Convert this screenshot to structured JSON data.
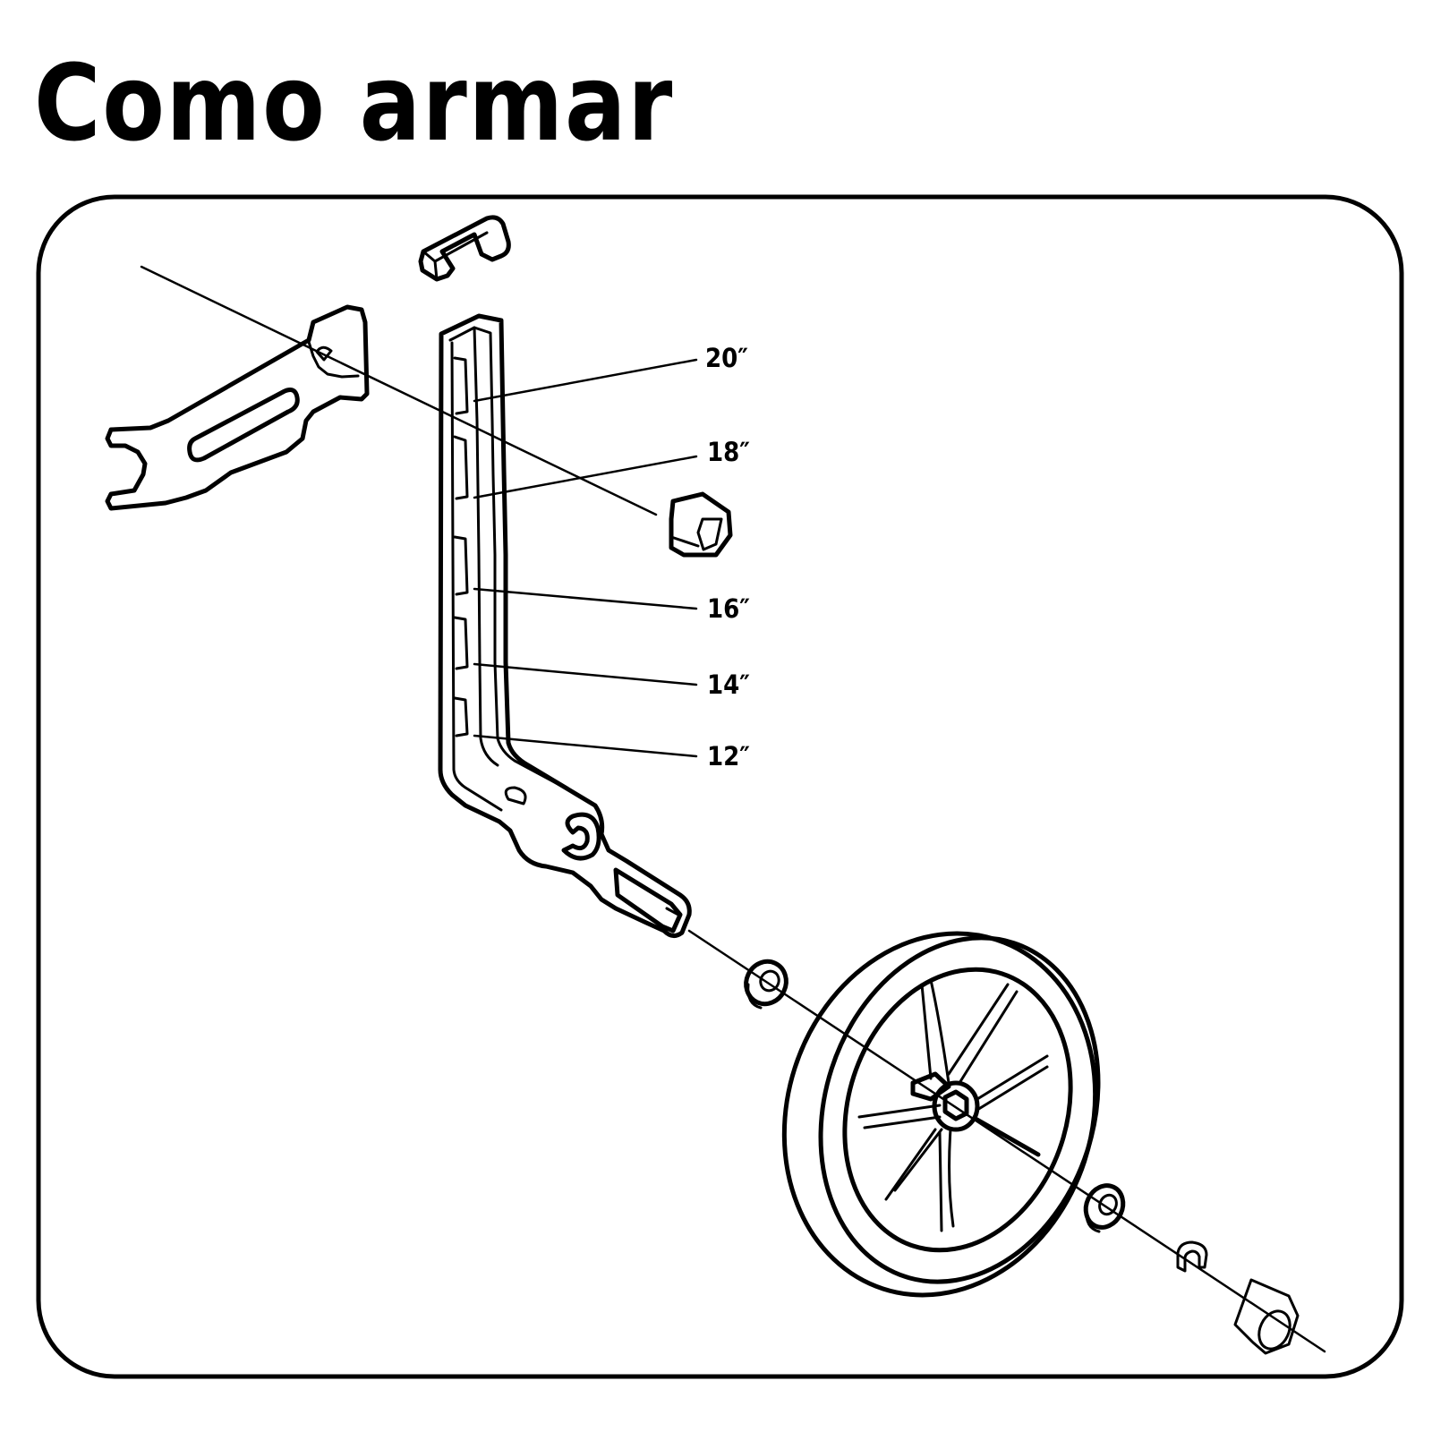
{
  "title": "Como armar",
  "size_labels": [
    "20″",
    "18″",
    "16″",
    "14″",
    "12″"
  ]
}
